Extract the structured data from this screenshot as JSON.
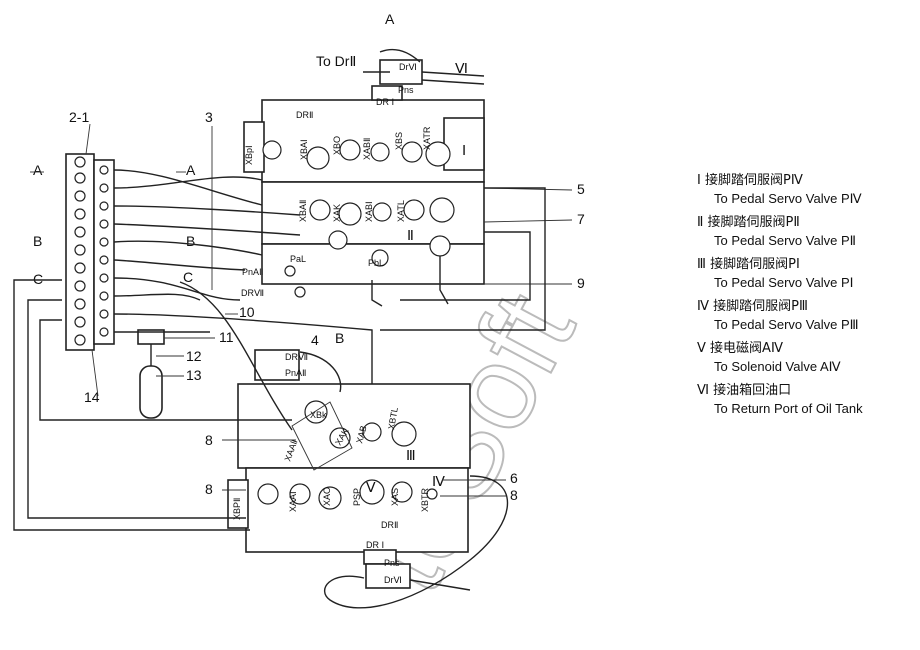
{
  "view_label": "A",
  "to_dr": "To DrⅡ",
  "roman": [
    "Ⅰ",
    "Ⅱ",
    "Ⅲ",
    "Ⅳ",
    "Ⅴ",
    "Ⅵ"
  ],
  "numbers": {
    "n2_1": "2-1",
    "n3": "3",
    "n4": "4",
    "n5": "5",
    "n6": "6",
    "n7": "7",
    "n8": "8",
    "n9": "9",
    "n10": "10",
    "n11": "11",
    "n12": "12",
    "n13": "13",
    "n14": "14"
  },
  "sections": {
    "a": "A",
    "b": "B",
    "c": "C"
  },
  "ports": {
    "drvi": "DrⅥ",
    "pns": "Pns",
    "dri": "DR Ⅰ",
    "drii": "DRⅡ",
    "drvii": "DRⅦ",
    "pnaii": "PnAⅡ",
    "pal": "PaL",
    "pbl": "PbL",
    "psp": "PSP",
    "xbs": "XBS",
    "xatr": "XATR",
    "xbp": "XBpⅠ",
    "xba": "XBAⅠ",
    "xbo": "XBO",
    "xabii": "XABⅡ",
    "xbaii": "XBAⅡ",
    "xak": "XAK",
    "xabi": "XABⅠ",
    "xatl": "XATL",
    "xbk": "XBk",
    "xaki": "XAK",
    "xab": "XAB",
    "xbtl": "XBTL",
    "xbpii": "XBPⅡ",
    "xaaii": "XAAⅡ",
    "xaai": "XAAⅠ",
    "xao": "XAO",
    "xas": "XAS",
    "xbtr": "XBTR"
  },
  "legend": [
    {
      "num": "Ⅰ",
      "cn": "接脚踏伺服阀PⅣ",
      "en": "To Pedal Servo Valve PⅣ"
    },
    {
      "num": "Ⅱ",
      "cn": "接脚踏伺服阀PⅡ",
      "en": "To Pedal Servo Valve PⅡ"
    },
    {
      "num": "Ⅲ",
      "cn": "接脚踏伺服阀PⅠ",
      "en": "To Pedal Servo Valve PⅠ"
    },
    {
      "num": "Ⅳ",
      "cn": "接脚踏伺服阀PⅢ",
      "en": "To Pedal Servo Valve PⅢ"
    },
    {
      "num": "Ⅴ",
      "cn": "接电磁阀AⅣ",
      "en": "To Solenoid Valve AⅣ"
    },
    {
      "num": "Ⅵ",
      "cn": "接油箱回油口",
      "en": "To Return Port of Oil Tank"
    }
  ],
  "watermark": "toSoft"
}
